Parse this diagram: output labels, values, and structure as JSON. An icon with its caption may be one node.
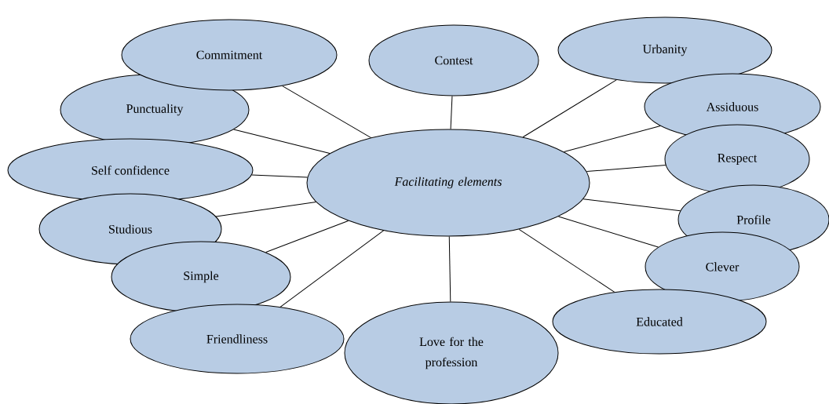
{
  "diagram": {
    "nodes": [
      {
        "text": [
          "Facilitating elements"
        ]
      },
      {
        "text": [
          "Commitment"
        ]
      },
      {
        "text": [
          "Contest"
        ]
      },
      {
        "text": [
          "Urbanity"
        ]
      },
      {
        "text": [
          "Punctuality"
        ]
      },
      {
        "text": [
          "Assiduous"
        ]
      },
      {
        "text": [
          "Self confidence"
        ]
      },
      {
        "text": [
          "Respect"
        ]
      },
      {
        "text": [
          "Studious"
        ]
      },
      {
        "text": [
          "Profile"
        ]
      },
      {
        "text": [
          "Simple"
        ]
      },
      {
        "text": [
          "Clever"
        ]
      },
      {
        "text": [
          "Friendliness"
        ]
      },
      {
        "text": [
          "Love for the profession"
        ]
      },
      {
        "text": [
          "Educated"
        ]
      }
    ],
    "edges": [
      {
        "from": 0,
        "to": 1,
        "arrow": "none"
      },
      {
        "from": 0,
        "to": 2,
        "arrow": "none"
      },
      {
        "from": 0,
        "to": 3,
        "arrow": "none"
      },
      {
        "from": 0,
        "to": 4,
        "arrow": "none"
      },
      {
        "from": 0,
        "to": 5,
        "arrow": "none"
      },
      {
        "from": 0,
        "to": 6,
        "arrow": "none"
      },
      {
        "from": 0,
        "to": 7,
        "arrow": "none"
      },
      {
        "from": 0,
        "to": 8,
        "arrow": "none"
      },
      {
        "from": 0,
        "to": 9,
        "arrow": "none"
      },
      {
        "from": 0,
        "to": 10,
        "arrow": "none"
      },
      {
        "from": 0,
        "to": 11,
        "arrow": "none"
      },
      {
        "from": 0,
        "to": 12,
        "arrow": "none"
      },
      {
        "from": 0,
        "to": 13,
        "arrow": "none"
      },
      {
        "from": 0,
        "to": 14,
        "arrow": "none"
      }
    ]
  }
}
